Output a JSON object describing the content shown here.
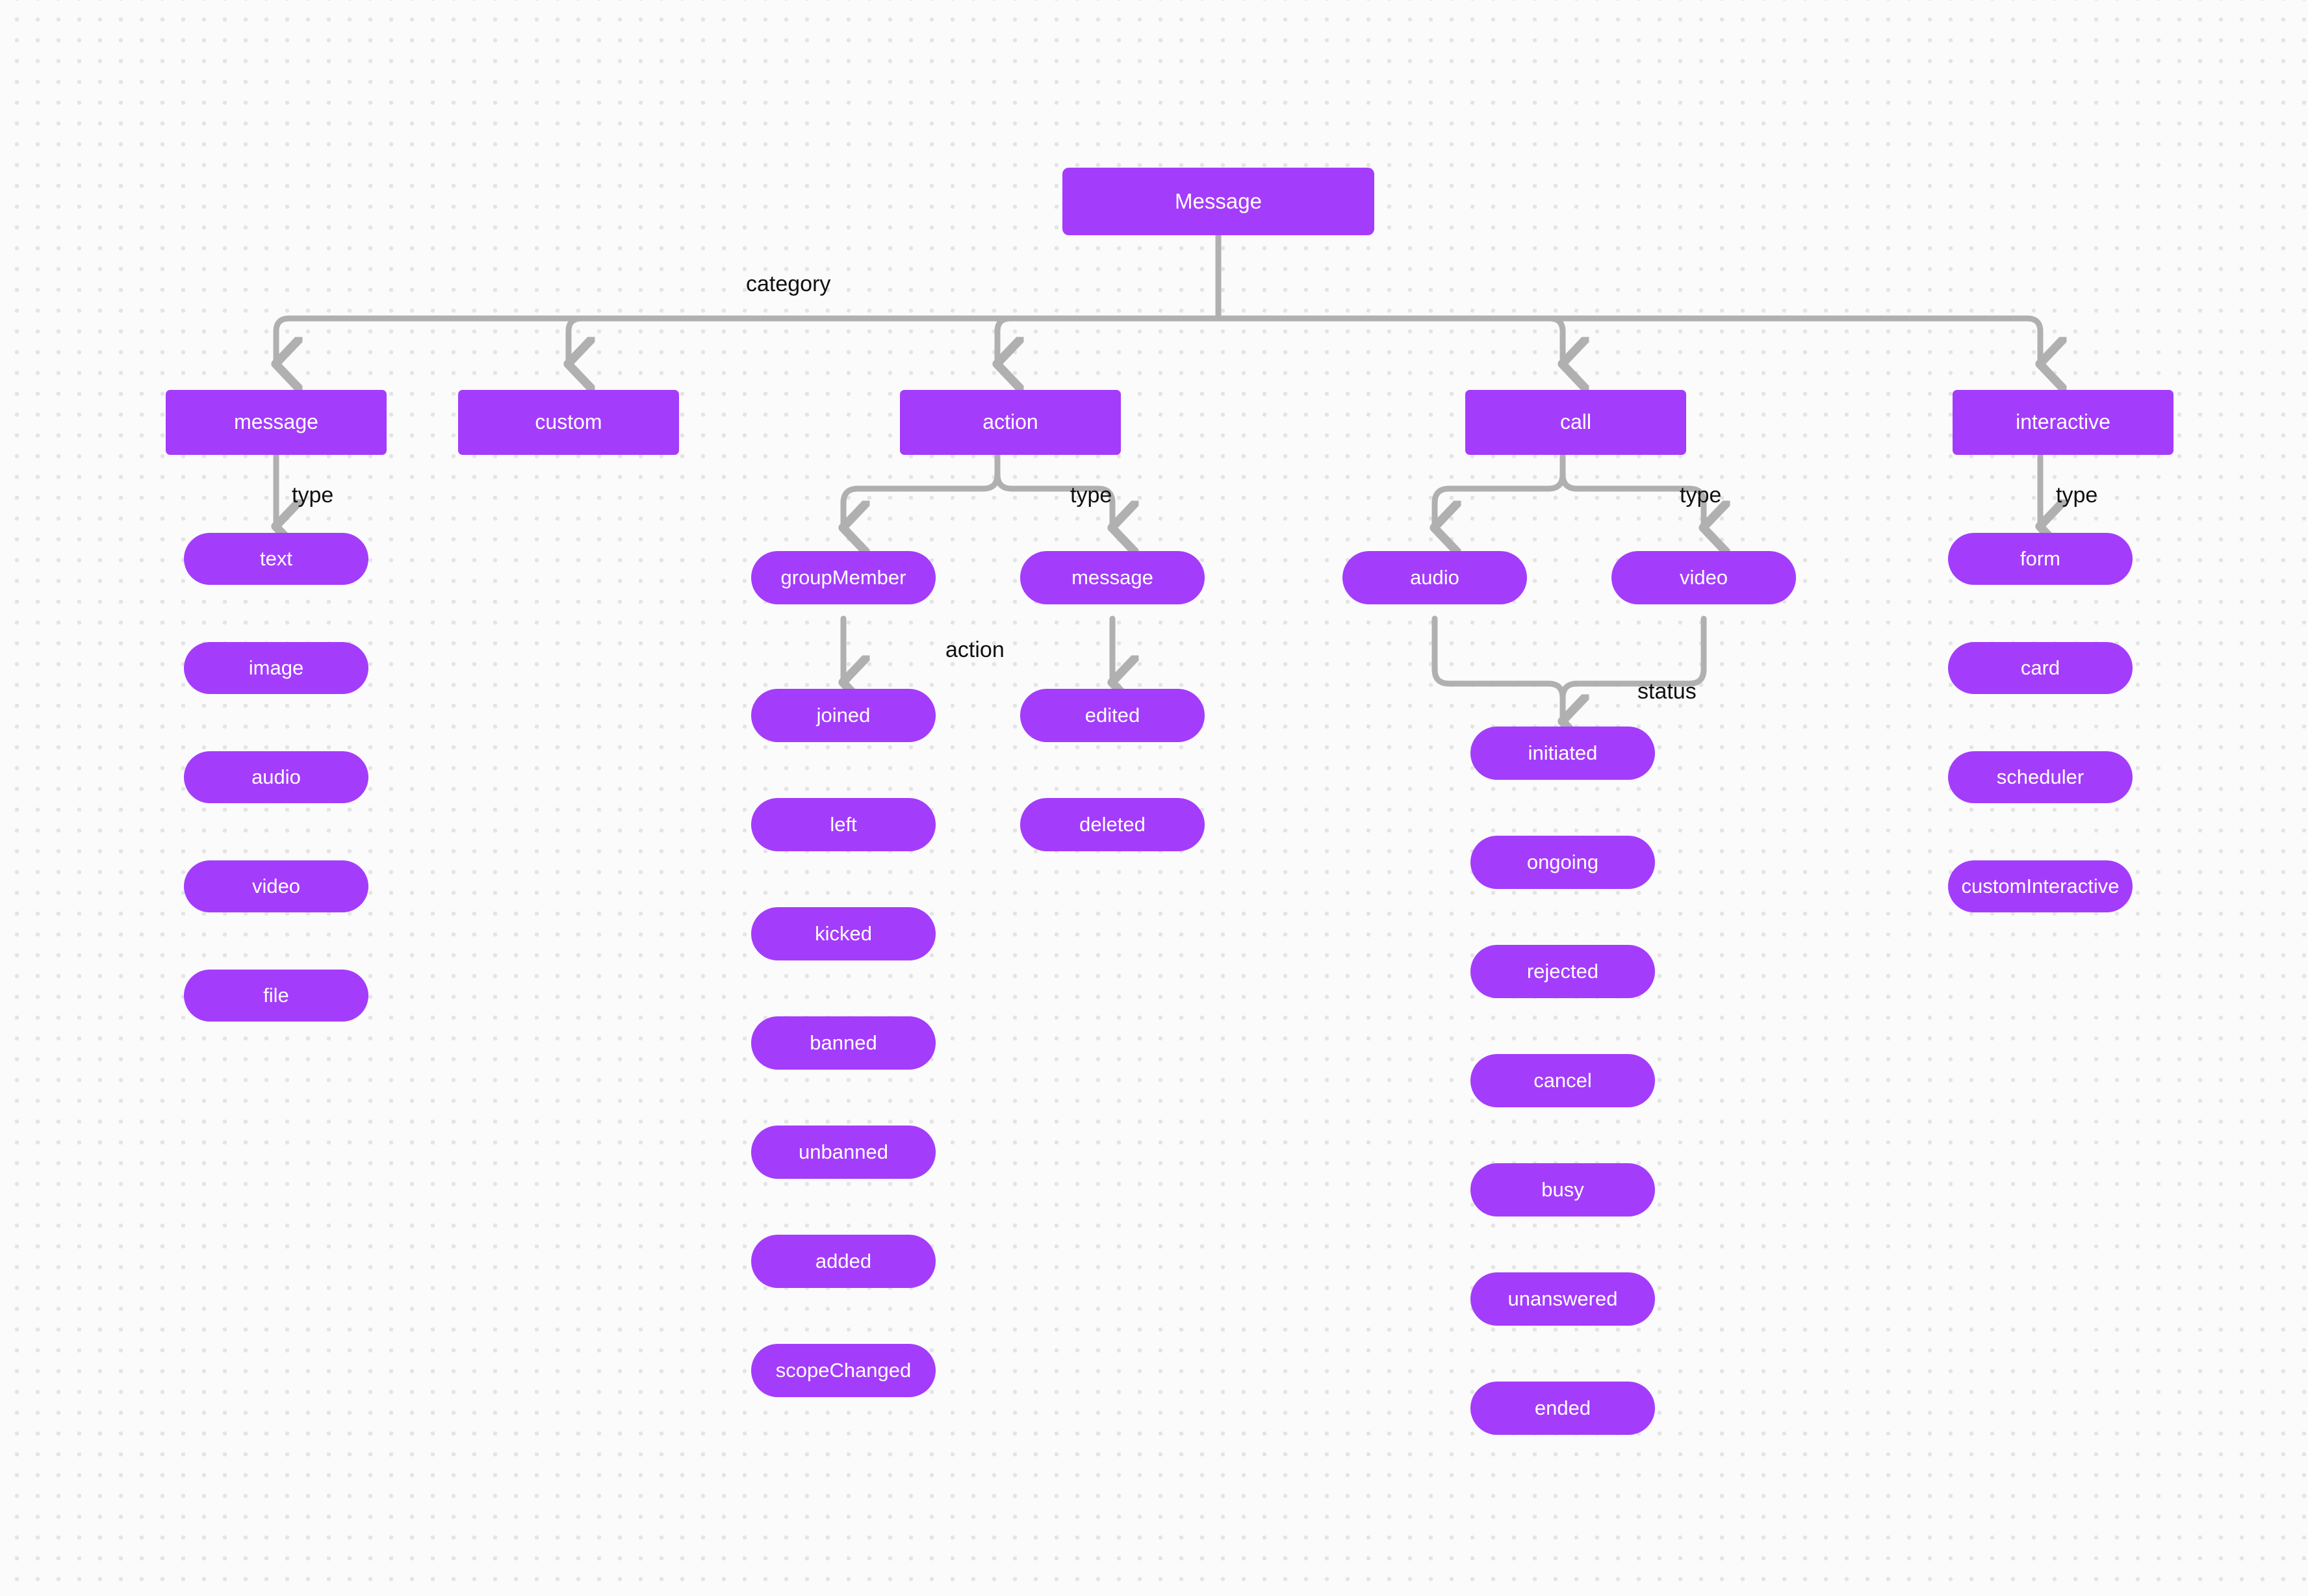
{
  "diagram": {
    "title": "Message",
    "colors": {
      "node_fill": "#a43cfc",
      "node_text": "#ffffff",
      "edge_stroke": "#b0b0b0",
      "label_text": "#101010",
      "background": "#fbfbfb",
      "grid_dot": "#e4e4e4"
    },
    "root": {
      "label": "Message"
    },
    "edge_labels": {
      "category": "category",
      "message_type": "type",
      "action_type": "type",
      "action_action": "action",
      "call_type": "type",
      "call_status": "status",
      "interactive_type": "type"
    },
    "categories": [
      {
        "label": "message"
      },
      {
        "label": "custom"
      },
      {
        "label": "action"
      },
      {
        "label": "call"
      },
      {
        "label": "interactive"
      }
    ],
    "message_types": [
      {
        "label": "text"
      },
      {
        "label": "image"
      },
      {
        "label": "audio"
      },
      {
        "label": "video"
      },
      {
        "label": "file"
      }
    ],
    "action_types": [
      {
        "label": "groupMember"
      },
      {
        "label": "message"
      }
    ],
    "group_member_actions": [
      {
        "label": "joined"
      },
      {
        "label": "left"
      },
      {
        "label": "kicked"
      },
      {
        "label": "banned"
      },
      {
        "label": "unbanned"
      },
      {
        "label": "added"
      },
      {
        "label": "scopeChanged"
      }
    ],
    "message_actions": [
      {
        "label": "edited"
      },
      {
        "label": "deleted"
      }
    ],
    "call_types": [
      {
        "label": "audio"
      },
      {
        "label": "video"
      }
    ],
    "call_statuses": [
      {
        "label": "initiated"
      },
      {
        "label": "ongoing"
      },
      {
        "label": "rejected"
      },
      {
        "label": "cancel"
      },
      {
        "label": "busy"
      },
      {
        "label": "unanswered"
      },
      {
        "label": "ended"
      }
    ],
    "interactive_types": [
      {
        "label": "form"
      },
      {
        "label": "card"
      },
      {
        "label": "scheduler"
      },
      {
        "label": "customInteractive"
      }
    ]
  }
}
